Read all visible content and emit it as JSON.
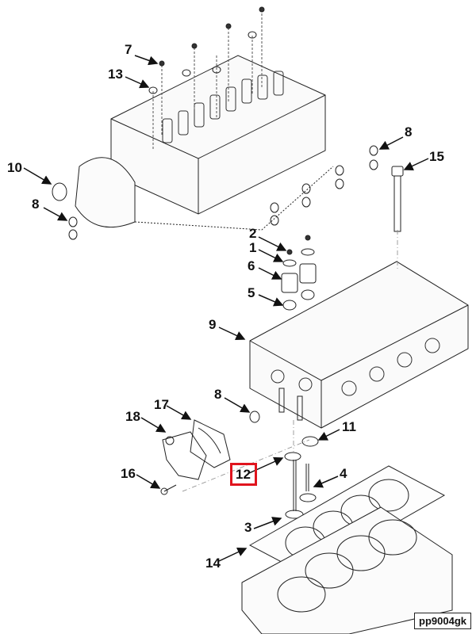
{
  "diagram": {
    "title": "Cylinder head exploded parts diagram",
    "reference_code": "pp9004gk",
    "highlighted_callout": "12",
    "highlight_color": "#e0141e",
    "callouts": [
      {
        "id": "c7",
        "label": "7",
        "part": "valve-cap-small"
      },
      {
        "id": "c13",
        "label": "13",
        "part": "valve-cap"
      },
      {
        "id": "c8a",
        "label": "8",
        "part": "o-ring-right"
      },
      {
        "id": "c10",
        "label": "10",
        "part": "seal-ring"
      },
      {
        "id": "c8b",
        "label": "8",
        "part": "o-ring-left"
      },
      {
        "id": "c15",
        "label": "15",
        "part": "head-bolt"
      },
      {
        "id": "c2",
        "label": "2",
        "part": "valve-keeper"
      },
      {
        "id": "c1",
        "label": "1",
        "part": "spring-retainer"
      },
      {
        "id": "c6",
        "label": "6",
        "part": "valve-spring"
      },
      {
        "id": "c5",
        "label": "5",
        "part": "valve-stem-seal"
      },
      {
        "id": "c9",
        "label": "9",
        "part": "cylinder-head"
      },
      {
        "id": "c8c",
        "label": "8",
        "part": "o-ring-lower"
      },
      {
        "id": "c17",
        "label": "17",
        "part": "gasket"
      },
      {
        "id": "c18",
        "label": "18",
        "part": "bracket"
      },
      {
        "id": "c11",
        "label": "11",
        "part": "valve-seat-insert"
      },
      {
        "id": "c12",
        "label": "12",
        "part": "valve-seat-insert-exhaust"
      },
      {
        "id": "c16",
        "label": "16",
        "part": "bracket-bolt"
      },
      {
        "id": "c4",
        "label": "4",
        "part": "exhaust-valve"
      },
      {
        "id": "c3",
        "label": "3",
        "part": "intake-valve"
      },
      {
        "id": "c14",
        "label": "14",
        "part": "head-gasket"
      }
    ]
  }
}
